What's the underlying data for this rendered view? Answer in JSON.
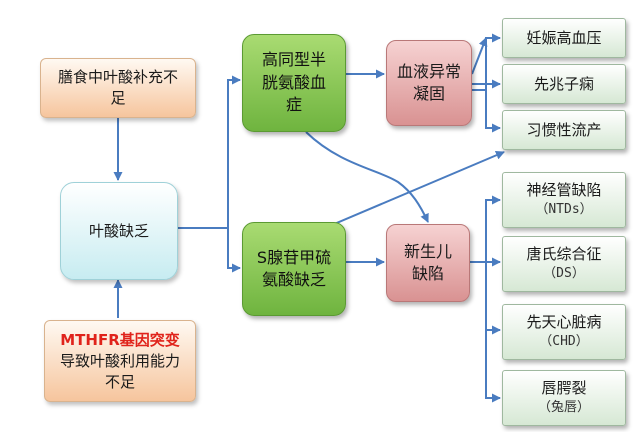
{
  "nodes": {
    "dietary": "膳食中叶酸补充不足",
    "folate_deficiency": "叶酸缺乏",
    "mthfr_red": "MTHFR基因突变",
    "mthfr_rest": "导致叶酸利用能力不足",
    "hcy": "高同型半胱氨酸血症",
    "sam": "S腺苷甲硫氨酸缺乏",
    "coag": "血液异常凝固",
    "birth_defects": "新生儿缺陷",
    "preeclampsia": "妊娠高血压",
    "eclampsia": "先兆子痫",
    "miscarriage": "习惯性流产",
    "ntd": "神经管缺陷",
    "ntd_abbr": "（NTDs）",
    "ds": "唐氏综合征",
    "ds_abbr": "（DS）",
    "chd": "先天心脏病",
    "chd_abbr": "（CHD）",
    "cleft": "唇腭裂",
    "cleft_alt": "（兔唇）"
  },
  "colors": {
    "arrow": "#4a7cc0",
    "mthfr_highlight": "#e0231b"
  }
}
